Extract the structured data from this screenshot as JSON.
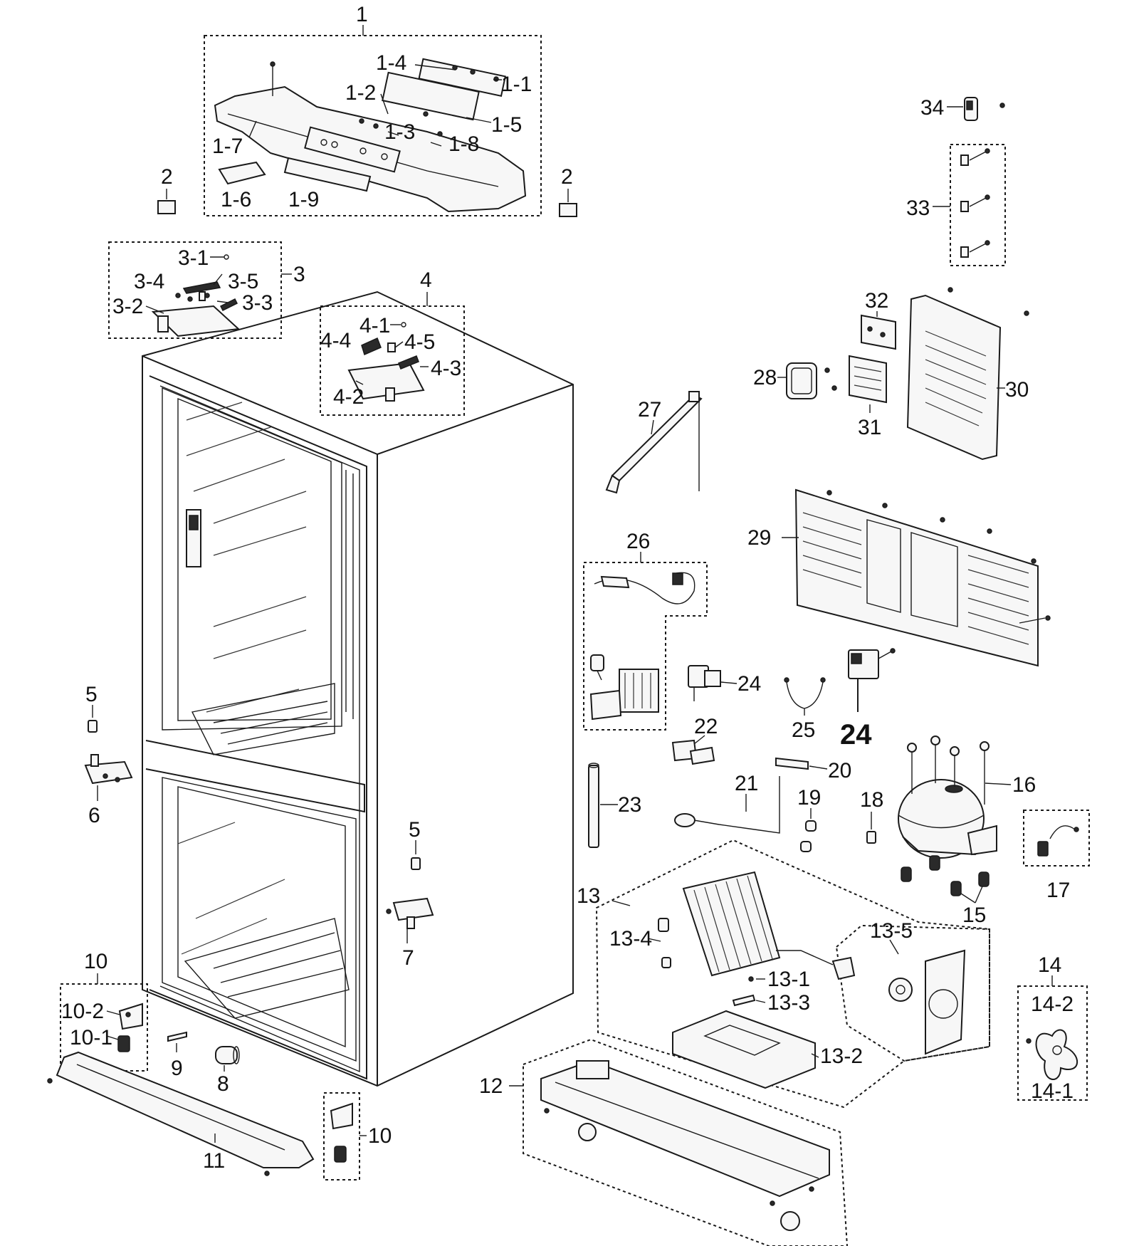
{
  "diagram": {
    "labels": {
      "p1": "1",
      "p1_1": "1-1",
      "p1_2": "1-2",
      "p1_3": "1-3",
      "p1_4": "1-4",
      "p1_5": "1-5",
      "p1_6": "1-6",
      "p1_7": "1-7",
      "p1_8": "1-8",
      "p1_9": "1-9",
      "p2_left": "2",
      "p2_right": "2",
      "p3": "3",
      "p3_1": "3-1",
      "p3_2": "3-2",
      "p3_3": "3-3",
      "p3_4": "3-4",
      "p3_5": "3-5",
      "p4": "4",
      "p4_1": "4-1",
      "p4_2": "4-2",
      "p4_3": "4-3",
      "p4_4": "4-4",
      "p4_5": "4-5",
      "p5_left": "5",
      "p5_right": "5",
      "p6": "6",
      "p7": "7",
      "p8": "8",
      "p9": "9",
      "p10_left": "10",
      "p10_1": "10-1",
      "p10_2": "10-2",
      "p10_right": "10",
      "p11": "11",
      "p12": "12",
      "p13": "13",
      "p13_1": "13-1",
      "p13_2": "13-2",
      "p13_3": "13-3",
      "p13_4": "13-4",
      "p13_5": "13-5",
      "p14": "14",
      "p14_1": "14-1",
      "p14_2": "14-2",
      "p15": "15",
      "p16": "16",
      "p17": "17",
      "p18": "18",
      "p19": "19",
      "p20": "20",
      "p21": "21",
      "p22": "22",
      "p23": "23",
      "p24_a": "24",
      "p24_b": "24",
      "p25": "25",
      "p26": "26",
      "p27": "27",
      "p28": "28",
      "p29": "29",
      "p30": "30",
      "p31": "31",
      "p32": "32",
      "p33": "33",
      "p34": "34"
    }
  }
}
